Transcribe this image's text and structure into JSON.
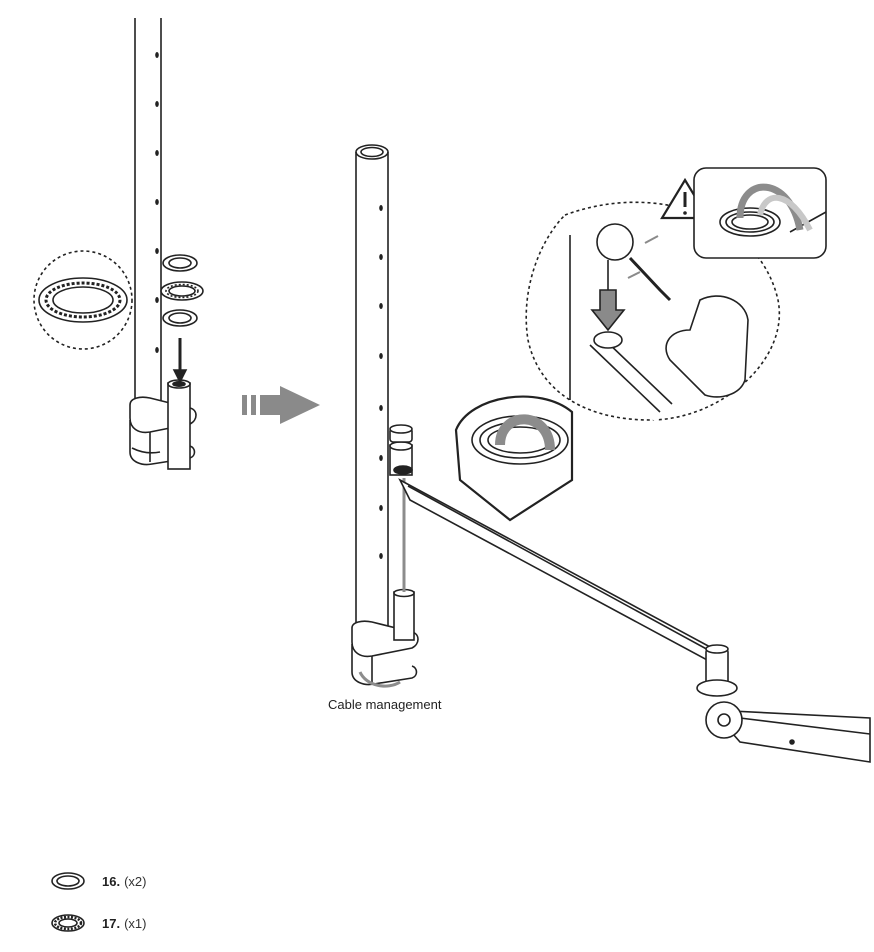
{
  "caption": "Cable management",
  "parts": [
    {
      "number": "16.",
      "quantity": "(x2)",
      "icon": "plain-ring-icon"
    },
    {
      "number": "17.",
      "quantity": "(x1)",
      "icon": "serrated-ring-icon"
    }
  ],
  "colors": {
    "line": "#222222",
    "arrow": "#8a8a8a",
    "cable": "#8c8c8c"
  }
}
